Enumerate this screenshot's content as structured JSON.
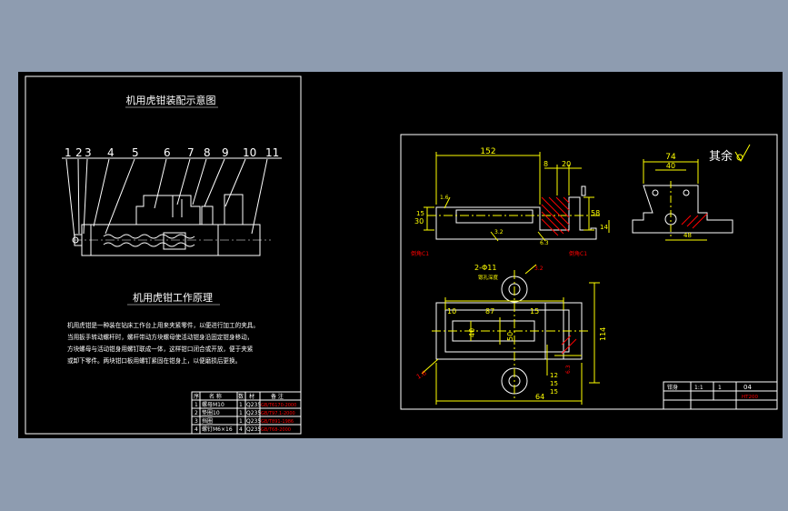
{
  "assembly": {
    "title": "机用虎钳装配示意图",
    "part_numbers": [
      "1",
      "2",
      "3",
      "4",
      "5",
      "6",
      "7",
      "8",
      "9",
      "10",
      "11"
    ],
    "principle_title": "机用虎钳工作原理",
    "principle_lines": [
      "机用虎钳是一种装在钻床工作台上用来夹紧零件，以便进行加工的夹具。",
      "当用扳手转动螺杆时，螺杆带动方块螺母使活动钳身沿固定钳身移动，",
      "方块螺母与活动钳身用螺钉联成一体，这样钳口闭合或开放，便于夹紧",
      "或卸下零件。两块钳口板用螺钉紧固在钳身上，以便磨损后更换。"
    ]
  },
  "bom": {
    "headers": [
      "序",
      "名 称",
      "数",
      "材",
      "备 注"
    ],
    "rows": [
      {
        "no": "1",
        "name": "螺母M10",
        "qty": "1",
        "mat": "Q235",
        "note": "GB/T6170-2000"
      },
      {
        "no": "2",
        "name": "垫圈10",
        "qty": "1",
        "mat": "Q235",
        "note": "GB/T97.1-2000"
      },
      {
        "no": "3",
        "name": "挡圈",
        "qty": "1",
        "mat": "Q235",
        "note": "GB/T891-1986"
      },
      {
        "no": "4",
        "name": "螺钉M6×16",
        "qty": "4",
        "mat": "Q235",
        "note": "GB/T68-2000"
      }
    ]
  },
  "part": {
    "roughness_note": "其余",
    "dims": {
      "d152": "152",
      "d20": "20",
      "d8": "8",
      "d30": "30",
      "d15a": "15",
      "d58": "58",
      "d74": "74",
      "d40a": "40",
      "d14": "14",
      "d48": "48",
      "holes": "2-Φ11",
      "hole_note": "锪孔深度",
      "d10": "10",
      "d87": "87",
      "d15b": "15",
      "d40b": "40",
      "d50": "50",
      "d114": "114",
      "d64": "64",
      "d12": "12",
      "d15c": "15",
      "d15d": "15"
    },
    "roughness": {
      "ra16": "1.6",
      "ra32": "3.2",
      "ra63": "6.3"
    },
    "notes": {
      "left": "倒角C1",
      "right": "倒角C1"
    }
  },
  "title_block": {
    "name": "钳身",
    "scale": "1:1",
    "qty": "1",
    "sheet": "04",
    "code": "HT200"
  }
}
